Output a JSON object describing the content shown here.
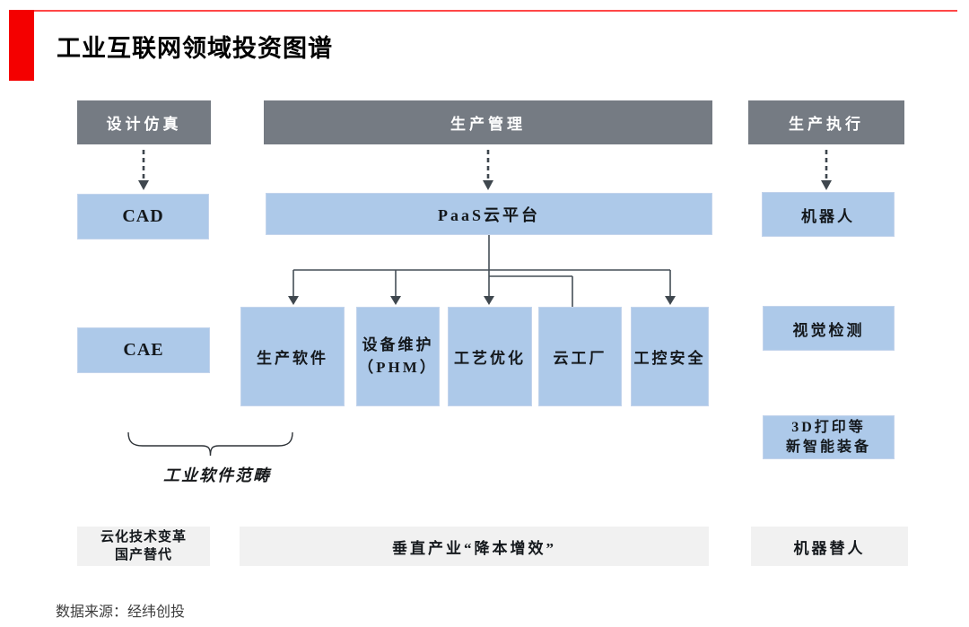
{
  "title": "工业互联网领域投资图谱",
  "source_note": "数据来源：经纬创投",
  "left_column": {
    "header": "设计仿真",
    "box_cad": "CAD",
    "box_cae": "CAE",
    "brace_label": "工业软件范畴",
    "bottom_box": {
      "line1": "云化技术变革",
      "line2": "国产替代"
    }
  },
  "middle_column": {
    "header": "生产管理",
    "platform_box": "PaaS云平台",
    "children": [
      {
        "lines": [
          "生产软件"
        ]
      },
      {
        "lines": [
          "设备维护",
          "（PHM）"
        ]
      },
      {
        "lines": [
          "工艺优化"
        ]
      },
      {
        "lines": [
          "云工厂"
        ]
      },
      {
        "lines": [
          "工控安全"
        ]
      }
    ],
    "bottom_box": "垂直产业“降本增效”"
  },
  "right_column": {
    "header": "生产执行",
    "box_robot": "机器人",
    "box_vision": "视觉检测",
    "box_printing": {
      "line1": "3D打印等",
      "line2": "新智能装备"
    },
    "bottom_box": "机器替人"
  },
  "colors": {
    "header_bg": "#757b83",
    "blue_box_bg": "#adc9e9",
    "gray_box_bg": "#f1f1f1",
    "connector": "#454e57",
    "accent_red": "#f40000",
    "accent_line_red": "#ff4747"
  }
}
